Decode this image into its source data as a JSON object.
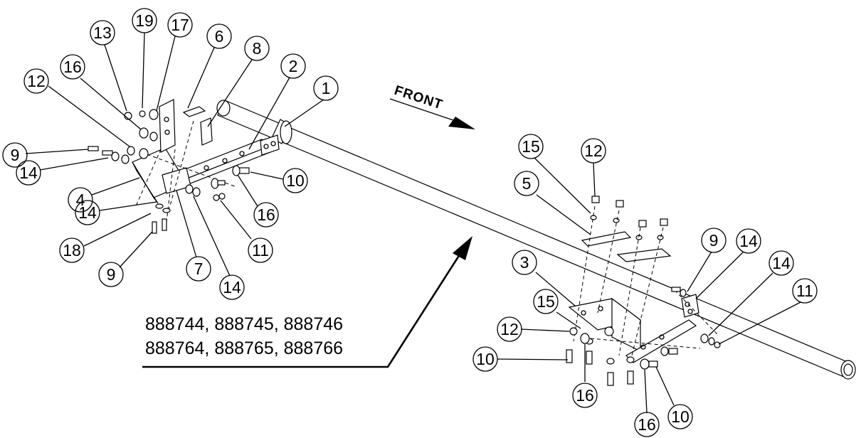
{
  "front_label": "FRONT",
  "part_numbers": [
    "888744, 888745, 888746",
    "888764, 888765, 888766"
  ],
  "callouts": [
    {
      "id": "c1",
      "label": "1"
    },
    {
      "id": "c2",
      "label": "2"
    },
    {
      "id": "c8",
      "label": "8"
    },
    {
      "id": "c6",
      "label": "6"
    },
    {
      "id": "c17",
      "label": "17"
    },
    {
      "id": "c19",
      "label": "19"
    },
    {
      "id": "c13",
      "label": "13"
    },
    {
      "id": "c16a",
      "label": "16"
    },
    {
      "id": "c12a",
      "label": "12"
    },
    {
      "id": "c9a",
      "label": "9"
    },
    {
      "id": "c14a",
      "label": "14"
    },
    {
      "id": "c4",
      "label": "4"
    },
    {
      "id": "c14b",
      "label": "14"
    },
    {
      "id": "c18",
      "label": "18"
    },
    {
      "id": "c9b",
      "label": "9"
    },
    {
      "id": "c7",
      "label": "7"
    },
    {
      "id": "c14c",
      "label": "14"
    },
    {
      "id": "c11a",
      "label": "11"
    },
    {
      "id": "c16b",
      "label": "16"
    },
    {
      "id": "c10a",
      "label": "10"
    },
    {
      "id": "c15a",
      "label": "15"
    },
    {
      "id": "c12b",
      "label": "12"
    },
    {
      "id": "c5",
      "label": "5"
    },
    {
      "id": "c9c",
      "label": "9"
    },
    {
      "id": "c14d",
      "label": "14"
    },
    {
      "id": "c14e",
      "label": "14"
    },
    {
      "id": "c11b",
      "label": "11"
    },
    {
      "id": "c3",
      "label": "3"
    },
    {
      "id": "c15b",
      "label": "15"
    },
    {
      "id": "c12c",
      "label": "12"
    },
    {
      "id": "c10b",
      "label": "10"
    },
    {
      "id": "c16c",
      "label": "16"
    },
    {
      "id": "c16d",
      "label": "16"
    },
    {
      "id": "c10c",
      "label": "10"
    }
  ]
}
